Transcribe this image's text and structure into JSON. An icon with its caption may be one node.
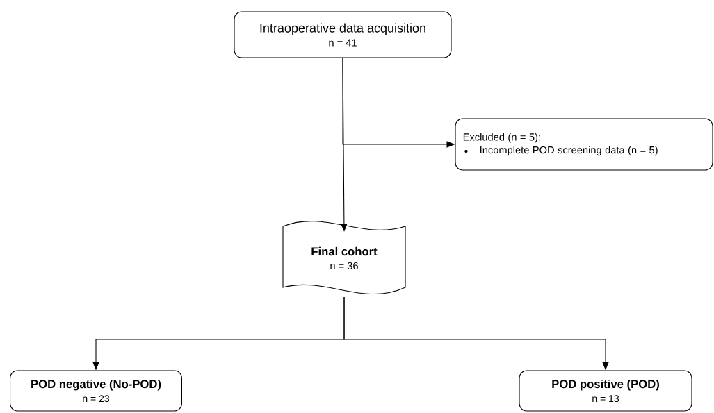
{
  "diagram": {
    "nodes": [
      {
        "text": [
          "Intraoperative data acquisition",
          "n = 41"
        ]
      },
      {
        "text": [
          "Excluded (n = 5):",
          "Incomplete POD screening data (n = 5)"
        ]
      },
      {
        "text": [
          "Final cohort",
          "n = 36"
        ]
      },
      {
        "text": [
          "POD negative (No-POD)",
          "n = 23"
        ]
      },
      {
        "text": [
          "POD positive (POD)",
          "n = 13"
        ]
      }
    ],
    "edges": [
      {
        "from": 0,
        "to": 2,
        "arrow": "to"
      },
      {
        "from": 0,
        "to": 1,
        "arrow": "to"
      },
      {
        "from": 2,
        "to": 3,
        "arrow": "to"
      },
      {
        "from": 2,
        "to": 4,
        "arrow": "to"
      }
    ]
  }
}
